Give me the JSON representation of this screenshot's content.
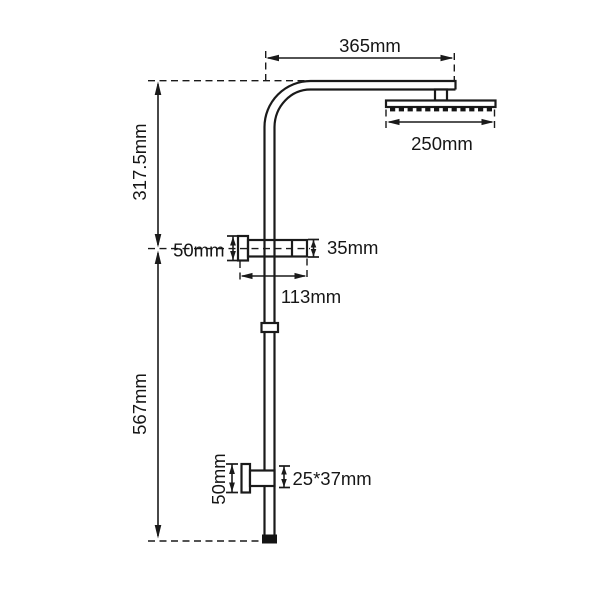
{
  "diagram": {
    "kind": "technical-dimension-drawing",
    "subject": "shower rail column with rain shower head, hand-shower holder and wall bracket",
    "background_color": "#ffffff",
    "line_color": "#1a1a1a",
    "dimensions": {
      "arm_reach": "365mm",
      "head_width": "250mm",
      "upper_section_height": "317.5mm",
      "lower_section_height": "567mm",
      "holder_flange_height": "50mm",
      "holder_body_height": "35mm",
      "holder_length": "113mm",
      "bracket_flange_height": "50mm",
      "bracket_body_size": "25*37mm"
    }
  }
}
